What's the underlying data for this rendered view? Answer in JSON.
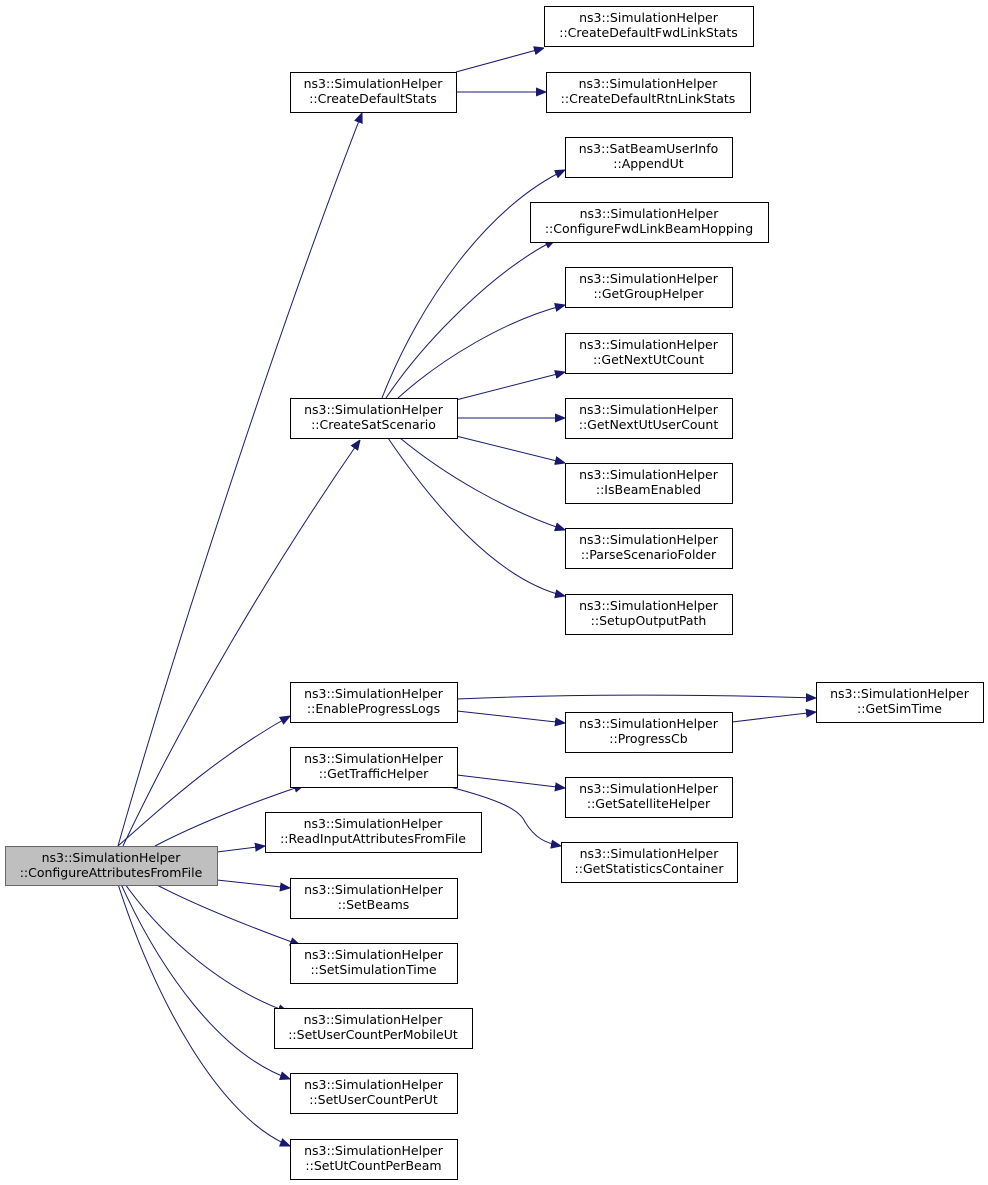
{
  "diagram": {
    "root": {
      "line1": "ns3::SimulationHelper",
      "line2": "::ConfigureAttributesFromFile"
    },
    "nodes": {
      "createDefaultStats": {
        "line1": "ns3::SimulationHelper",
        "line2": "::CreateDefaultStats"
      },
      "createDefaultFwdLinkStats": {
        "line1": "ns3::SimulationHelper",
        "line2": "::CreateDefaultFwdLinkStats"
      },
      "createDefaultRtnLinkStats": {
        "line1": "ns3::SimulationHelper",
        "line2": "::CreateDefaultRtnLinkStats"
      },
      "appendUt": {
        "line1": "ns3::SatBeamUserInfo",
        "line2": "::AppendUt"
      },
      "configureFwdLinkBeamHopping": {
        "line1": "ns3::SimulationHelper",
        "line2": "::ConfigureFwdLinkBeamHopping"
      },
      "getGroupHelper": {
        "line1": "ns3::SimulationHelper",
        "line2": "::GetGroupHelper"
      },
      "getNextUtCount": {
        "line1": "ns3::SimulationHelper",
        "line2": "::GetNextUtCount"
      },
      "createSatScenario": {
        "line1": "ns3::SimulationHelper",
        "line2": "::CreateSatScenario"
      },
      "getNextUtUserCount": {
        "line1": "ns3::SimulationHelper",
        "line2": "::GetNextUtUserCount"
      },
      "isBeamEnabled": {
        "line1": "ns3::SimulationHelper",
        "line2": "::IsBeamEnabled"
      },
      "parseScenarioFolder": {
        "line1": "ns3::SimulationHelper",
        "line2": "::ParseScenarioFolder"
      },
      "setupOutputPath": {
        "line1": "ns3::SimulationHelper",
        "line2": "::SetupOutputPath"
      },
      "enableProgressLogs": {
        "line1": "ns3::SimulationHelper",
        "line2": "::EnableProgressLogs"
      },
      "getSimTime": {
        "line1": "ns3::SimulationHelper",
        "line2": "::GetSimTime"
      },
      "progressCb": {
        "line1": "ns3::SimulationHelper",
        "line2": "::ProgressCb"
      },
      "getTrafficHelper": {
        "line1": "ns3::SimulationHelper",
        "line2": "::GetTrafficHelper"
      },
      "getSatelliteHelper": {
        "line1": "ns3::SimulationHelper",
        "line2": "::GetSatelliteHelper"
      },
      "getStatisticsContainer": {
        "line1": "ns3::SimulationHelper",
        "line2": "::GetStatisticsContainer"
      },
      "readInputAttributesFromFile": {
        "line1": "ns3::SimulationHelper",
        "line2": "::ReadInputAttributesFromFile"
      },
      "setBeams": {
        "line1": "ns3::SimulationHelper",
        "line2": "::SetBeams"
      },
      "setSimulationTime": {
        "line1": "ns3::SimulationHelper",
        "line2": "::SetSimulationTime"
      },
      "setUserCountPerMobileUt": {
        "line1": "ns3::SimulationHelper",
        "line2": "::SetUserCountPerMobileUt"
      },
      "setUserCountPerUt": {
        "line1": "ns3::SimulationHelper",
        "line2": "::SetUserCountPerUt"
      },
      "setUtCountPerBeam": {
        "line1": "ns3::SimulationHelper",
        "line2": "::SetUtCountPerBeam"
      }
    },
    "edges": [
      [
        "root",
        "createDefaultStats"
      ],
      [
        "root",
        "createSatScenario"
      ],
      [
        "root",
        "enableProgressLogs"
      ],
      [
        "root",
        "getTrafficHelper"
      ],
      [
        "root",
        "readInputAttributesFromFile"
      ],
      [
        "root",
        "setBeams"
      ],
      [
        "root",
        "setSimulationTime"
      ],
      [
        "root",
        "setUserCountPerMobileUt"
      ],
      [
        "root",
        "setUserCountPerUt"
      ],
      [
        "root",
        "setUtCountPerBeam"
      ],
      [
        "createDefaultStats",
        "createDefaultFwdLinkStats"
      ],
      [
        "createDefaultStats",
        "createDefaultRtnLinkStats"
      ],
      [
        "createSatScenario",
        "appendUt"
      ],
      [
        "createSatScenario",
        "configureFwdLinkBeamHopping"
      ],
      [
        "createSatScenario",
        "getGroupHelper"
      ],
      [
        "createSatScenario",
        "getNextUtCount"
      ],
      [
        "createSatScenario",
        "getNextUtUserCount"
      ],
      [
        "createSatScenario",
        "isBeamEnabled"
      ],
      [
        "createSatScenario",
        "parseScenarioFolder"
      ],
      [
        "createSatScenario",
        "setupOutputPath"
      ],
      [
        "enableProgressLogs",
        "getSimTime"
      ],
      [
        "enableProgressLogs",
        "progressCb"
      ],
      [
        "progressCb",
        "getSimTime"
      ],
      [
        "getTrafficHelper",
        "getSatelliteHelper"
      ],
      [
        "getTrafficHelper",
        "getStatisticsContainer"
      ]
    ],
    "colors": {
      "edge": "#191970",
      "root_fill": "#bfbfbf",
      "root_border": "#666666",
      "node_border": "#000000"
    }
  }
}
